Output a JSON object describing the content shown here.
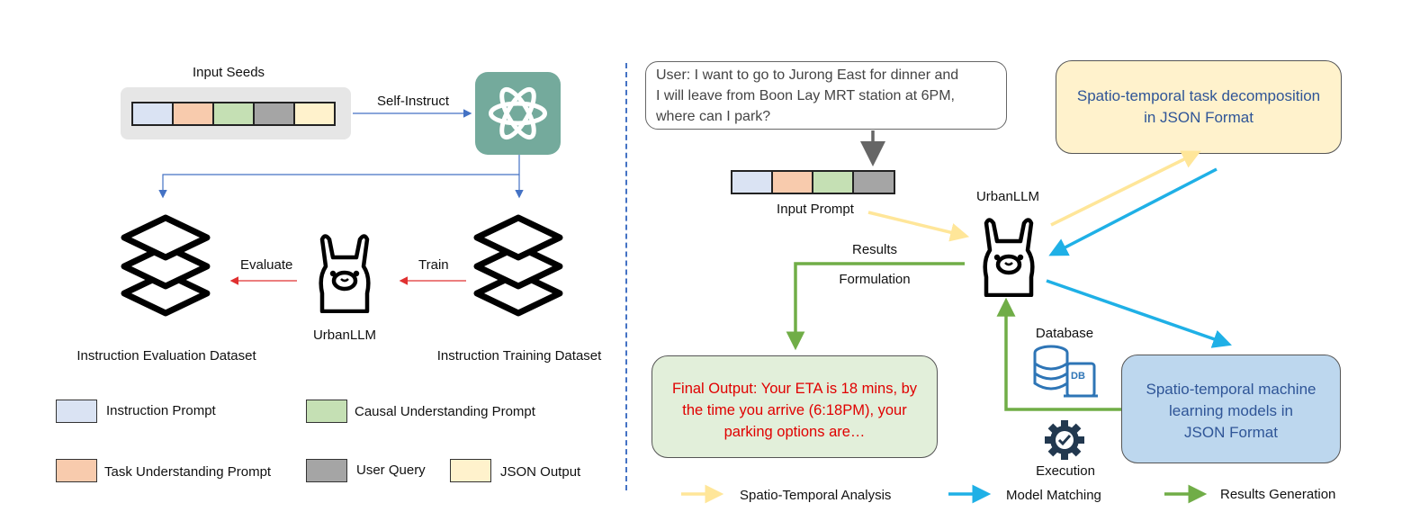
{
  "left": {
    "input_seeds": "Input Seeds",
    "self_instruct": "Self-Instruct",
    "evaluate": "Evaluate",
    "train": "Train",
    "model_name": "UrbanLLM",
    "eval_dataset": "Instruction Evaluation Dataset",
    "train_dataset": "Instruction Training Dataset"
  },
  "legend": {
    "items": [
      {
        "label": "Instruction Prompt",
        "color": "#dae3f3"
      },
      {
        "label": "Causal Understanding Prompt",
        "color": "#c5e0b4"
      },
      {
        "label": "Task Understanding Prompt",
        "color": "#f8cbad"
      },
      {
        "label": "User Query",
        "color": "#a5a5a5"
      },
      {
        "label": "JSON Output",
        "color": "#fff2cc"
      }
    ]
  },
  "right": {
    "user_query_lines": [
      "User: I want to go to Jurong East for dinner and",
      "I will leave from Boon Lay MRT station at 6PM,",
      "where can I park?"
    ],
    "input_prompt": "Input Prompt",
    "model_name": "UrbanLLM",
    "results_line1": "Results",
    "results_line2": "Formulation",
    "decomp_lines": [
      "Spatio-temporal task decomposition",
      "in JSON Format"
    ],
    "database": "Database",
    "db_badge": "DB",
    "ml_lines": [
      "Spatio-temporal machine",
      "learning models in",
      "JSON Format"
    ],
    "final_lines": [
      "Final Output: Your ETA is 18 mins, by",
      "the time you arrive (6:18PM), your",
      "parking options are…"
    ],
    "execution": "Execution"
  },
  "bottom_legend": [
    {
      "label": "Spatio-Temporal Analysis",
      "color": "#ffe699"
    },
    {
      "label": "Model Matching",
      "color": "#1fb0e6"
    },
    {
      "label": "Results Generation",
      "color": "#70ad47"
    }
  ],
  "colors": {
    "gpt_green": "#74aa9c",
    "decomp_fill": "#fff2cc",
    "ml_fill": "#bdd7ee",
    "final_fill": "#e2efda",
    "final_text": "#e00000",
    "blue_text": "#2f5597"
  }
}
